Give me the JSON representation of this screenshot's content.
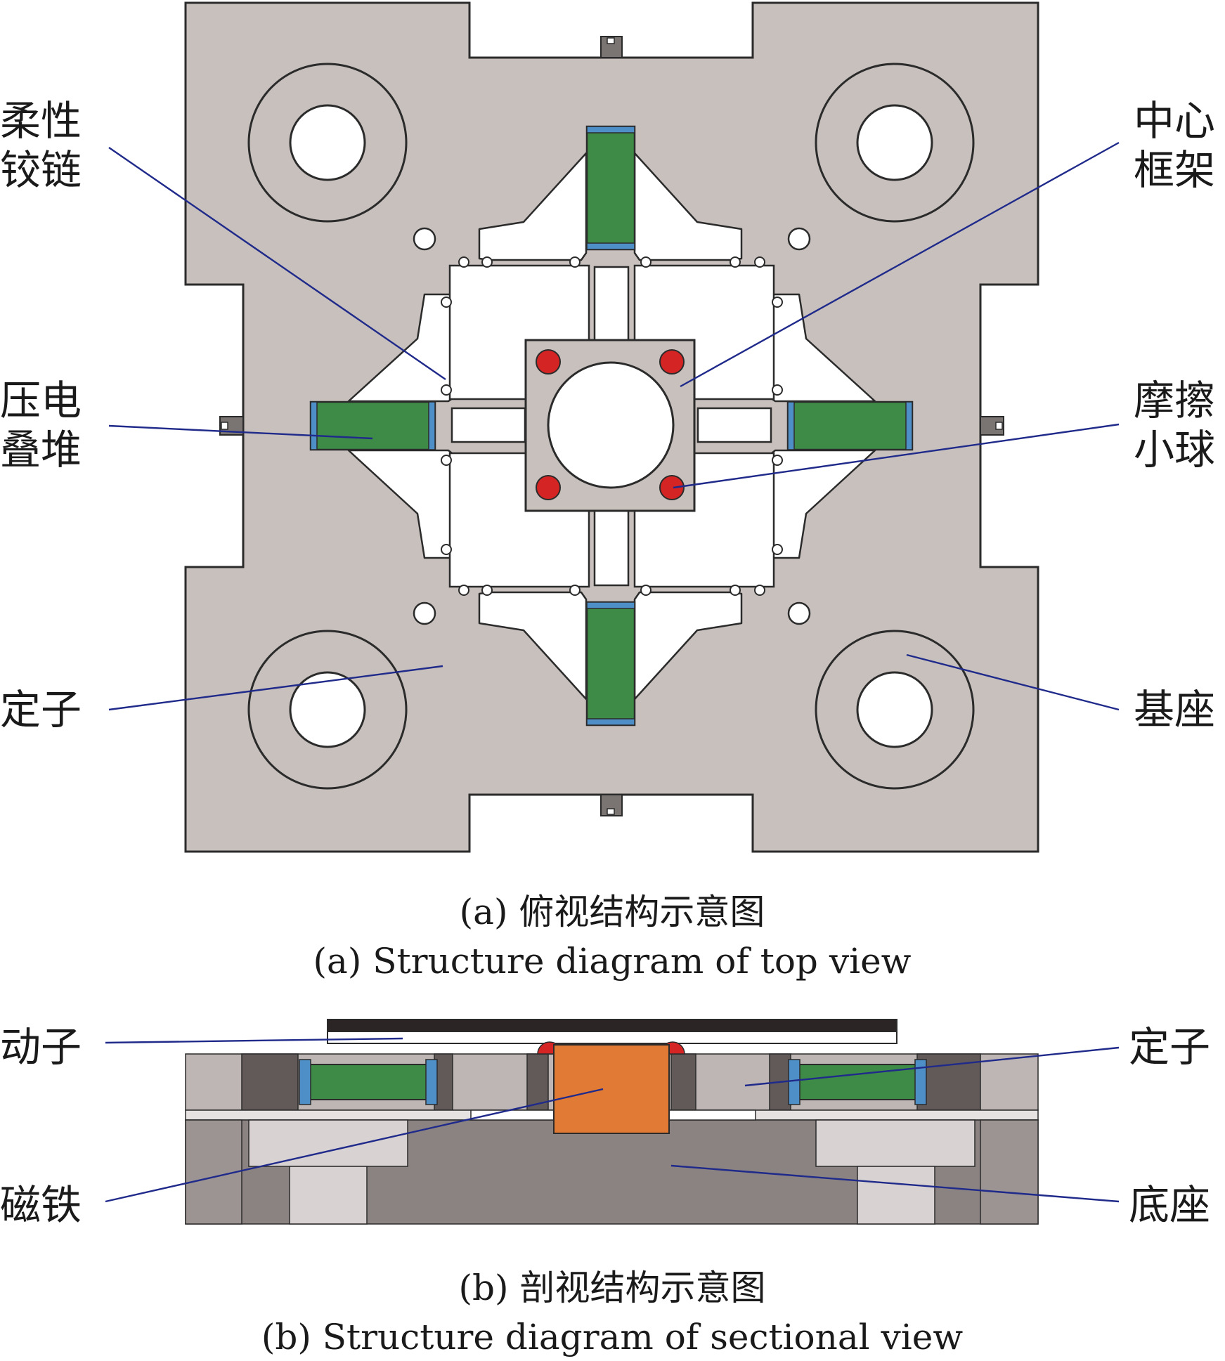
{
  "top_view": {
    "labels": {
      "flexure_hinge": [
        "柔性",
        "铰链"
      ],
      "center_frame": [
        "中心",
        "框架"
      ],
      "piezo_stack": [
        "压电",
        "叠堆"
      ],
      "friction_ball": [
        "摩擦",
        "小球"
      ],
      "stator": [
        "定子"
      ],
      "base": [
        "基座"
      ]
    },
    "caption_cn": "(a) 俯视结构示意图",
    "caption_en": "(a) Structure diagram of top view"
  },
  "section_view": {
    "labels": {
      "mover": "动子",
      "stator": "定子",
      "magnet": "磁铁",
      "base": "底座"
    },
    "caption_cn": "(b) 剖视结构示意图",
    "caption_en": "(b) Structure diagram of sectional view"
  },
  "colors": {
    "plate": "#c7c0bd",
    "outline": "#2b2b2b",
    "piezo": "#3e8b47",
    "piezo_cap": "#4f8fc8",
    "ball": "#d42424",
    "magnet": "#e07a34",
    "base_dark": "#8a8382",
    "base_light": "#d8d3d2",
    "leader": "#1f2a8a"
  }
}
